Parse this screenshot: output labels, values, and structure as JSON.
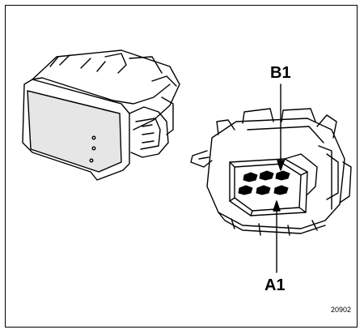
{
  "labels": {
    "pin_top": "B1",
    "pin_bottom": "A1"
  },
  "figure_ref": "20902",
  "colors": {
    "ink": "#000000",
    "paper": "#ffffff",
    "shade": "#e6e6e6"
  }
}
